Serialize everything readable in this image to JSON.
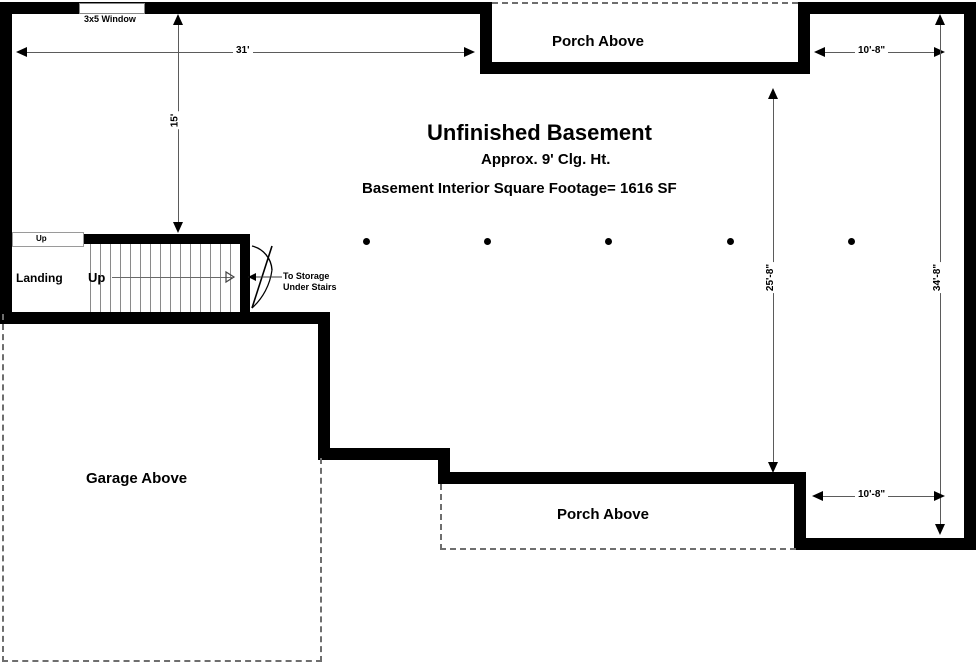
{
  "plan": {
    "title": "Unfinished Basement",
    "subtitle_1": "Approx. 9' Clg. Ht.",
    "subtitle_2": "Basement Interior Square Footage= 1616 SF"
  },
  "areas": {
    "porch_above_top": "Porch Above",
    "porch_above_bottom": "Porch Above",
    "garage_above": "Garage Above",
    "landing": "Landing",
    "stair_up": "Up",
    "stair_up_small": "Up",
    "storage_note_line1": "To Storage",
    "storage_note_line2": "Under Stairs"
  },
  "openings": {
    "window_label": "3x5 Window"
  },
  "dimensions": {
    "top_width": "31'",
    "left_height": "15'",
    "top_right_width": "10'-8\"",
    "right_inner_height": "25'-8\"",
    "right_outer_height": "34'-8\"",
    "bottom_right_width": "10'-8\""
  },
  "colors": {
    "wall": "#000000",
    "dashed_outline": "#6e6e6e",
    "dimension_line": "#5b5b5b",
    "background": "#ffffff"
  },
  "columns": {
    "count": 5,
    "label": "steel-column"
  }
}
